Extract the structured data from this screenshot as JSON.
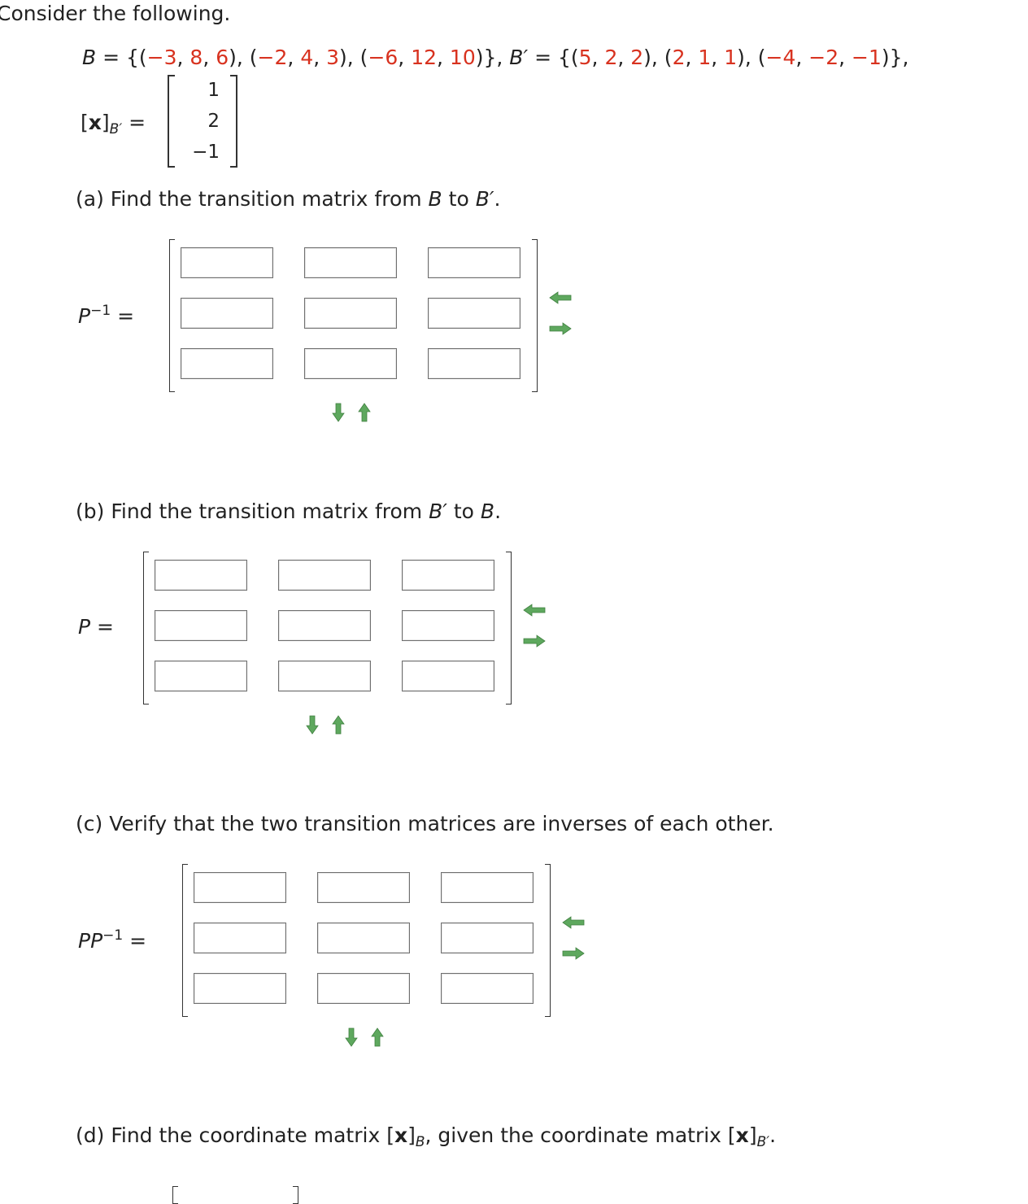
{
  "intro": "Consider the following.",
  "given": {
    "B_label": "B",
    "B_vectors": [
      [
        "−3",
        "8",
        "6"
      ],
      [
        "−2",
        "4",
        "3"
      ],
      [
        "−6",
        "12",
        "10"
      ]
    ],
    "Bp_label": "B′",
    "Bp_vectors": [
      [
        "5",
        "2",
        "2"
      ],
      [
        "2",
        "1",
        "1"
      ],
      [
        "−4",
        "−2",
        "−1"
      ]
    ],
    "x_label": "x",
    "x_sub": "B′",
    "x_values": [
      "1",
      "2",
      "−1"
    ]
  },
  "parts": {
    "a": {
      "label": "(a) Find the transition matrix from B to B′.",
      "lhs": "P",
      "lhs_sup": "−1"
    },
    "b": {
      "label": "(b) Find the transition matrix from B′ to B.",
      "lhs": "P"
    },
    "c": {
      "label": "(c) Verify that the two transition matrices are inverses of each other.",
      "lhs": "PP",
      "lhs_sup": "−1"
    },
    "d": {
      "label": "(d) Find the coordinate matrix [x]B, given the coordinate matrix [x]B′."
    }
  },
  "colors": {
    "given_value": "#d8321f",
    "arrow_green": "#5ea85e"
  }
}
